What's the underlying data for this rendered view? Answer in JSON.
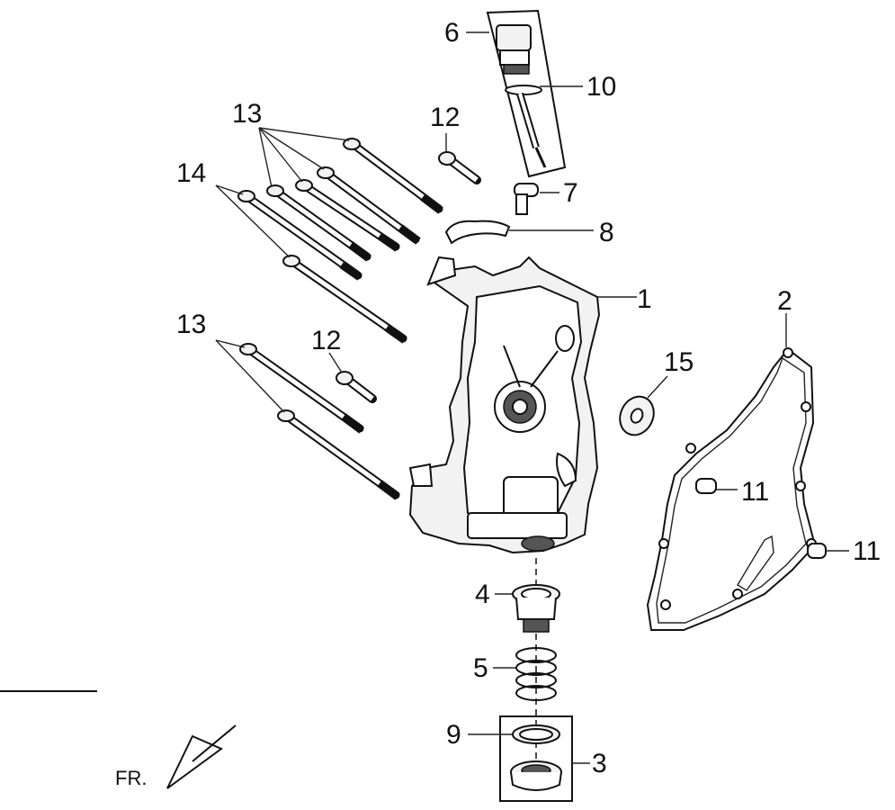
{
  "labels": {
    "l1": "1",
    "l2": "2",
    "l3": "3",
    "l4": "4",
    "l5": "5",
    "l6": "6",
    "l7": "7",
    "l8": "8",
    "l9": "9",
    "l10": "10",
    "l11a": "11",
    "l11b": "11",
    "l12a": "12",
    "l12b": "12",
    "l13a": "13",
    "l13b": "13",
    "l14": "14",
    "l15": "15"
  },
  "front_indicator": "FR."
}
